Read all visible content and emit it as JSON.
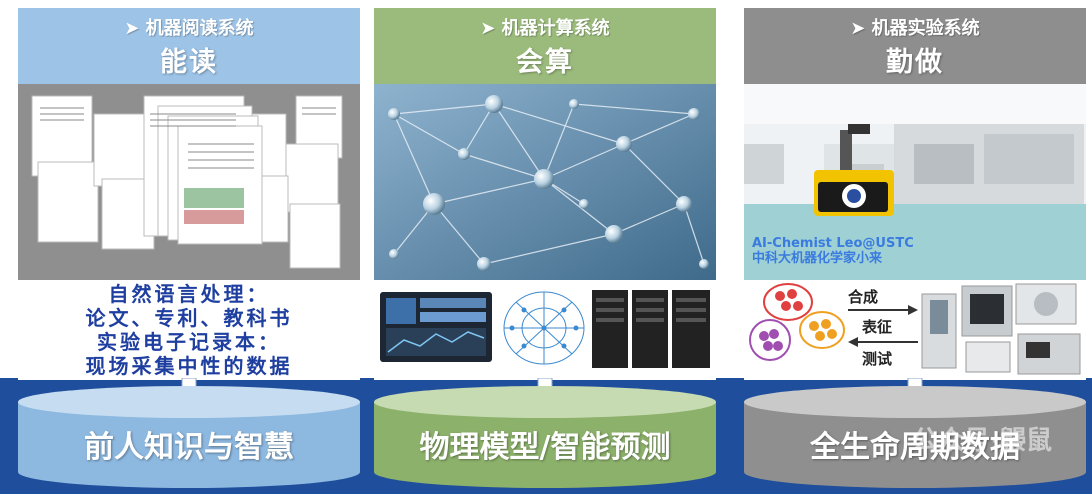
{
  "columns": [
    {
      "system": "➤ 机器阅读系统",
      "title": "能读",
      "header_color": "#9dc3e6",
      "text_lines": [
        "自然语言处理：",
        "论文、专利、教科书",
        "实验电子记录本：",
        "现场采集中性的数据"
      ],
      "cylinder_label": "前人知识与智慧",
      "cylinder_color": "#9dc3e6"
    },
    {
      "system": "➤ 机器计算系统",
      "title": "会算",
      "header_color": "#9bbb7c",
      "cylinder_label": "物理模型/智能预测",
      "cylinder_color": "#9bbb7c"
    },
    {
      "system": "➤ 机器实验系统",
      "title": "勤做",
      "header_color": "#8e8e8e",
      "caption_line1": "AI-Chemist Leo@USTC",
      "caption_line2": "中科大机器化学家小来",
      "flow": {
        "top": "合成",
        "middle": "表征",
        "bottom": "测试"
      },
      "cylinder_label": "全生命周期数据",
      "cylinder_color": "#9a9a9a"
    }
  ],
  "watermark": "公众号·鼹鼠"
}
